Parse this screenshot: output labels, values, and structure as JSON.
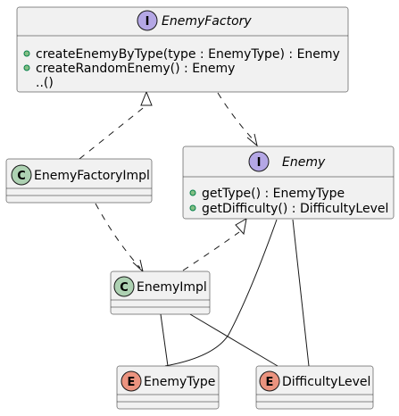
{
  "colors": {
    "interface_badge": "#b4a7e5",
    "class_badge": "#add1b2",
    "enum_badge": "#eb937f",
    "box_fill": "#f1f1f1",
    "line": "#181818",
    "public_marker": "#84be84"
  },
  "classes": {
    "enemy_factory": {
      "badge": "I",
      "name": "EnemyFactory",
      "members": [
        "createEnemyByType(type : EnemyType) : Enemy",
        "createRandomEnemy() : Enemy",
        "..()"
      ]
    },
    "enemy": {
      "badge": "I",
      "name": "Enemy",
      "members": [
        "getType() : EnemyType",
        "getDifficulty() : DifficultyLevel"
      ]
    },
    "enemy_factory_impl": {
      "badge": "C",
      "name": "EnemyFactoryImpl"
    },
    "enemy_impl": {
      "badge": "C",
      "name": "EnemyImpl"
    },
    "enemy_type": {
      "badge": "E",
      "name": "EnemyType"
    },
    "difficulty_level": {
      "badge": "E",
      "name": "DifficultyLevel"
    }
  },
  "relations": [
    {
      "from": "EnemyFactoryImpl",
      "to": "EnemyFactory",
      "kind": "realization"
    },
    {
      "from": "EnemyFactory",
      "to": "Enemy",
      "kind": "dependency"
    },
    {
      "from": "EnemyFactoryImpl",
      "to": "EnemyImpl",
      "kind": "dependency"
    },
    {
      "from": "EnemyImpl",
      "to": "Enemy",
      "kind": "realization"
    },
    {
      "from": "Enemy",
      "to": "EnemyType",
      "kind": "association"
    },
    {
      "from": "Enemy",
      "to": "DifficultyLevel",
      "kind": "association"
    },
    {
      "from": "EnemyImpl",
      "to": "EnemyType",
      "kind": "association"
    },
    {
      "from": "EnemyImpl",
      "to": "DifficultyLevel",
      "kind": "association"
    }
  ]
}
